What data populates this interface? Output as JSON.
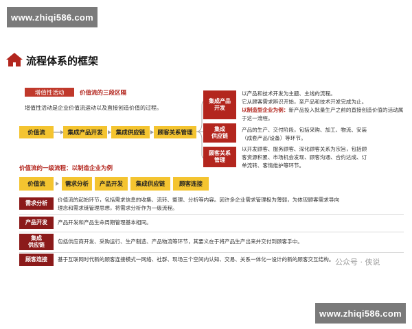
{
  "watermark": {
    "top": "www.zhiqi586.com",
    "bottom": "www.zhiqi586.com",
    "social": "公众号 · 侠说"
  },
  "header": {
    "title": "流程体系的框架",
    "icon": "home-icon"
  },
  "value_activity": {
    "tag": "增值性活动",
    "subtitle": "价值流的三段区隔",
    "desc": "增值性活动是企业价值流运动以及直接创造价值的过程。"
  },
  "chain": [
    "价值流",
    "集成产品开发",
    "集成供应链",
    "顾客关系管理"
  ],
  "branches": [
    {
      "label": "集成产品\n开发",
      "text_a": "以产品和技术开发为主题、主线的流程。",
      "text_b": "它从顾客需求辨识开始，至产品和技术开发完成为止。",
      "highlight": "以制造型企业为例：",
      "text_c": "新产品投入批量生产之前的直接创造价值的活动属于这一流程。"
    },
    {
      "label": "集成\n供应链",
      "text_a": "产品的生产、交付阶段，包括采购、加工、物流、安装",
      "text_b": "（成套产品/设备）等环节。"
    },
    {
      "label": "顾客关系\n管理",
      "text_a": "以开发顾客、服务顾客、深化顾客关系为宗旨，包括顾",
      "text_b": "客资源积累、市场机会发现、顾客沟通、合约达成、订",
      "text_c": "单流转、客情维护等环节。"
    }
  ],
  "level1": {
    "title": "价值流的一级流程：以制造企业为例",
    "head": "价值流",
    "items": [
      "需求分析",
      "产品开发",
      "集成供应链",
      "顾客连接"
    ]
  },
  "details": [
    {
      "label": "需求分析",
      "text": [
        "价值流的起始环节，包括需求信息的收集、流转、整理、分析等内容。因许多企业需求管理极为薄弱，为体现顾客需求导向",
        "理念和需求链管理思想，将需求分析作为一级流程。"
      ]
    },
    {
      "label": "产品开发",
      "text": [
        "产品开发和产品生命周期管理基本相同。"
      ]
    },
    {
      "label": "集成\n供应链",
      "text": [
        "包括供应商开发、采购运行、生产制造、产品物流等环节，其要义在于将产品生产出来并交付到顾客手中。"
      ]
    },
    {
      "label": "顾客连接",
      "text": [
        "基于互联网时代新的顾客连接模式一网络、社群、现场三个空间内认知、交易、关系一体化一设计的新的顾客交互结构。"
      ]
    }
  ],
  "colors": {
    "accent": "#c0392b",
    "dark": "#8b1a1a",
    "gold": "#f4c430"
  }
}
